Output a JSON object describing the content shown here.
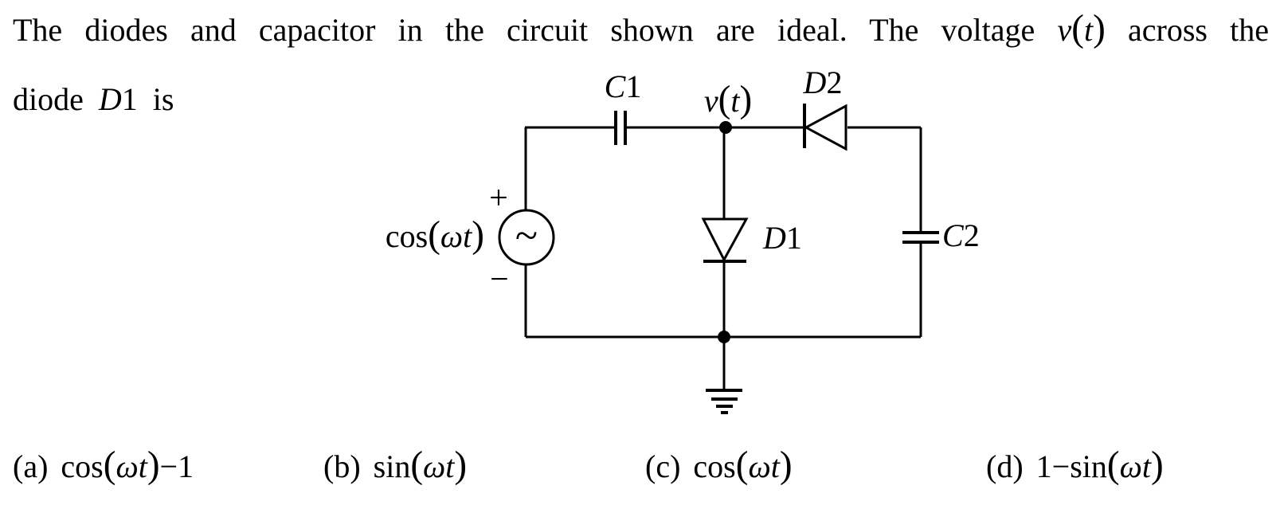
{
  "colors": {
    "ink": "#000000",
    "paper": "#ffffff"
  },
  "question": {
    "line1_pre": "The diodes and capacitor in the circuit shown are ideal. The voltage",
    "v": "v",
    "t": "t",
    "line1_post": "across the",
    "line2_pre": "diode",
    "d_letter": "D",
    "d_digit": "1",
    "line2_post": "is"
  },
  "syms": {
    "lparen": "(",
    "rparen": ")"
  },
  "circuit": {
    "source": {
      "fn": "cos",
      "arg": "ωt"
    },
    "polarity": {
      "plus": "+",
      "minus": "−"
    },
    "ac_symbol": "~",
    "labels": {
      "c1": {
        "letter": "C",
        "digit": "1"
      },
      "c2": {
        "letter": "C",
        "digit": "2"
      },
      "d1": {
        "letter": "D",
        "digit": "1"
      },
      "d2": {
        "letter": "D",
        "digit": "2"
      },
      "node_v": "v",
      "node_t": "t"
    }
  },
  "options": [
    {
      "label": "(a)",
      "head": "",
      "fn": "cos",
      "arg": "ωt",
      "tail": "−1"
    },
    {
      "label": "(b)",
      "head": "",
      "fn": "sin",
      "arg": "ωt",
      "tail": ""
    },
    {
      "label": "(c)",
      "head": "",
      "fn": "cos",
      "arg": "ωt",
      "tail": ""
    },
    {
      "label": "(d)",
      "head": "1−",
      "fn": "sin",
      "arg": "ωt",
      "tail": ""
    }
  ]
}
